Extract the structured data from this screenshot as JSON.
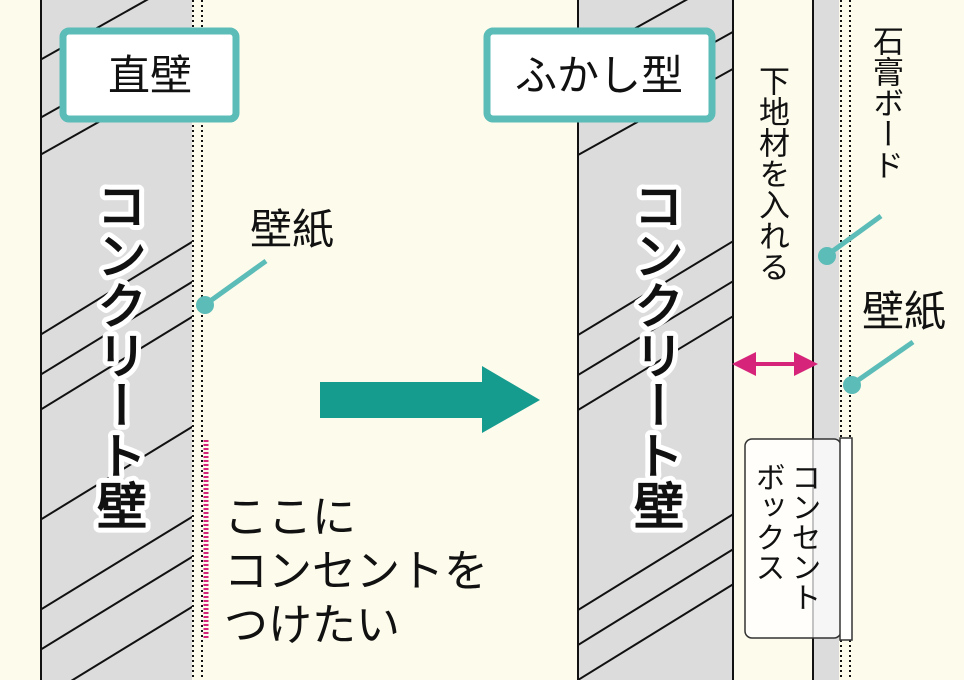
{
  "left_panel": {
    "title": "直壁",
    "wall_label": "コンクリート壁",
    "wallpaper_label": "壁紙",
    "note_lines": [
      "ここに",
      "コンセントを",
      "つけたい"
    ]
  },
  "right_panel": {
    "title": "ふかし型",
    "wall_label": "コンクリート壁",
    "furring_label": "下地材を入れる",
    "gypsum_label": "石膏ボード",
    "wallpaper_label": "壁紙",
    "box_label_line1": "コンセント",
    "box_label_line2": "ボックス"
  },
  "colors": {
    "background": "#fdfbec",
    "wall": "#dcdcdc",
    "teal_frame": "#5bbcb8",
    "arrow": "#169c8f",
    "accent_pink": "#d6247a"
  }
}
